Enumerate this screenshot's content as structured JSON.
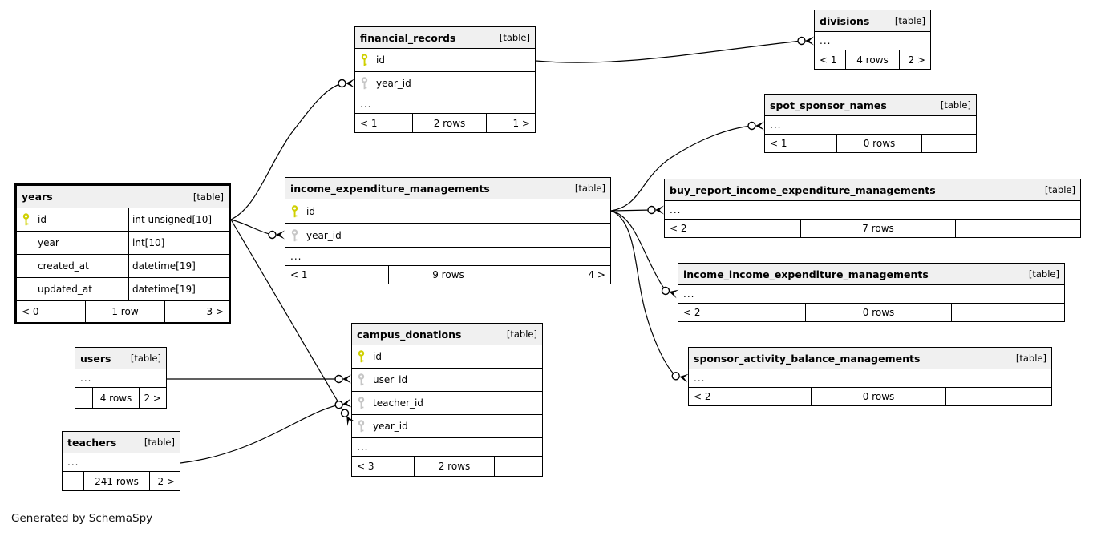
{
  "caption": "Generated by SchemaSpy",
  "colors": {
    "primary_key_icon": "#cfd000",
    "foreign_key_icon": "#c6c6c6",
    "table_header_bg": "#f0f0f0",
    "border": "#000000",
    "background": "#ffffff"
  },
  "tables": [
    {
      "name": "years",
      "tag": "[table]",
      "columns": [
        {
          "key": "pk",
          "name": "id",
          "type": "int unsigned[10]"
        },
        {
          "key": "",
          "name": "year",
          "type": "int[10]"
        },
        {
          "key": "",
          "name": "created_at",
          "type": "datetime[19]"
        },
        {
          "key": "",
          "name": "updated_at",
          "type": "datetime[19]"
        }
      ],
      "footer": {
        "left": "< 0",
        "center": "1 row",
        "right": "3 >"
      }
    },
    {
      "name": "financial_records",
      "tag": "[table]",
      "columns": [
        {
          "key": "pk",
          "name": "id"
        },
        {
          "key": "fk",
          "name": "year_id"
        }
      ],
      "ellipsis": "...",
      "footer": {
        "left": "< 1",
        "center": "2 rows",
        "right": "1 >"
      }
    },
    {
      "name": "divisions",
      "tag": "[table]",
      "columns": [],
      "ellipsis": "...",
      "footer": {
        "left": "< 1",
        "center": "4 rows",
        "right": "2 >"
      }
    },
    {
      "name": "spot_sponsor_names",
      "tag": "[table]",
      "columns": [],
      "ellipsis": "...",
      "footer": {
        "left": "< 1",
        "center": "0 rows",
        "right": ""
      }
    },
    {
      "name": "income_expenditure_managements",
      "tag": "[table]",
      "columns": [
        {
          "key": "pk",
          "name": "id"
        },
        {
          "key": "fk",
          "name": "year_id"
        }
      ],
      "ellipsis": "...",
      "footer": {
        "left": "< 1",
        "center": "9 rows",
        "right": "4 >"
      }
    },
    {
      "name": "buy_report_income_expenditure_managements",
      "tag": "[table]",
      "columns": [],
      "ellipsis": "...",
      "footer": {
        "left": "< 2",
        "center": "7 rows",
        "right": ""
      }
    },
    {
      "name": "income_income_expenditure_managements",
      "tag": "[table]",
      "columns": [],
      "ellipsis": "...",
      "footer": {
        "left": "< 2",
        "center": "0 rows",
        "right": ""
      }
    },
    {
      "name": "sponsor_activity_balance_managements",
      "tag": "[table]",
      "columns": [],
      "ellipsis": "...",
      "footer": {
        "left": "< 2",
        "center": "0 rows",
        "right": ""
      }
    },
    {
      "name": "campus_donations",
      "tag": "[table]",
      "columns": [
        {
          "key": "pk",
          "name": "id"
        },
        {
          "key": "fk",
          "name": "user_id"
        },
        {
          "key": "fk",
          "name": "teacher_id"
        },
        {
          "key": "fk",
          "name": "year_id"
        }
      ],
      "ellipsis": "...",
      "footer": {
        "left": "< 3",
        "center": "2 rows",
        "right": ""
      }
    },
    {
      "name": "users",
      "tag": "[table]",
      "columns": [],
      "ellipsis": "...",
      "footer": {
        "left": "",
        "center": "4 rows",
        "right": "2 >"
      }
    },
    {
      "name": "teachers",
      "tag": "[table]",
      "columns": [],
      "ellipsis": "...",
      "footer": {
        "left": "",
        "center": "241 rows",
        "right": "2 >"
      }
    }
  ],
  "relationships": [
    {
      "from": "years.id",
      "to": "financial_records.year_id"
    },
    {
      "from": "years.id",
      "to": "income_expenditure_managements.year_id"
    },
    {
      "from": "years.id",
      "to": "campus_donations.year_id"
    },
    {
      "from": "financial_records.id",
      "to": "divisions"
    },
    {
      "from": "income_expenditure_managements.id",
      "to": "spot_sponsor_names"
    },
    {
      "from": "income_expenditure_managements.id",
      "to": "buy_report_income_expenditure_managements"
    },
    {
      "from": "income_expenditure_managements.id",
      "to": "income_income_expenditure_managements"
    },
    {
      "from": "income_expenditure_managements.id",
      "to": "sponsor_activity_balance_managements"
    },
    {
      "from": "users",
      "to": "campus_donations.user_id"
    },
    {
      "from": "teachers",
      "to": "campus_donations.teacher_id"
    }
  ]
}
